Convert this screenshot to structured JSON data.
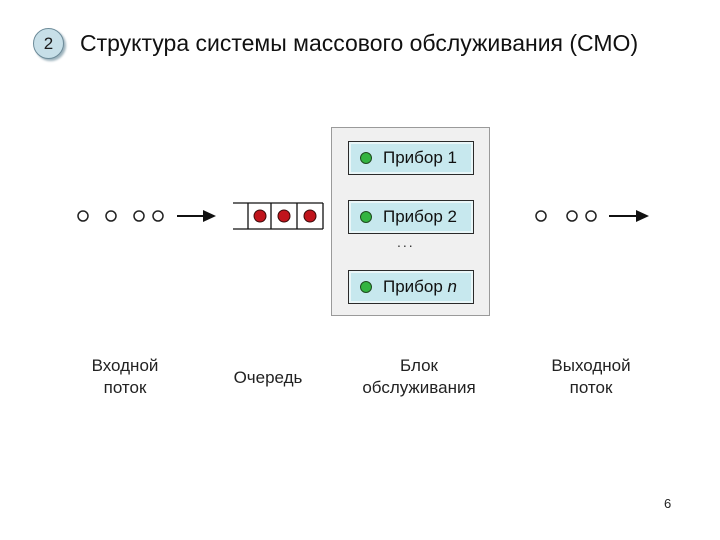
{
  "slide": {
    "badge": "2",
    "title": "Структура системы массового обслуживания (СМО)",
    "page_number": "6"
  },
  "diagram": {
    "input_label_line1": "Входной",
    "input_label_line2": "поток",
    "queue_label": "Очередь",
    "block_label_line1": "Блок",
    "block_label_line2": "обслуживания",
    "output_label_line1": "Выходной",
    "output_label_line2": "поток",
    "devices": [
      {
        "label": "Прибор 1",
        "suffix": ""
      },
      {
        "label": "Прибор 2",
        "suffix": ""
      },
      {
        "label": "Прибор ",
        "suffix": "n"
      }
    ],
    "ellipsis": "...",
    "colors": {
      "device_fill": "#c7e8ee",
      "device_dot": "#33b441",
      "queue_dot": "#c0141c",
      "block_fill": "#f0f0f0",
      "badge_fill": "#c7dfe8"
    }
  }
}
